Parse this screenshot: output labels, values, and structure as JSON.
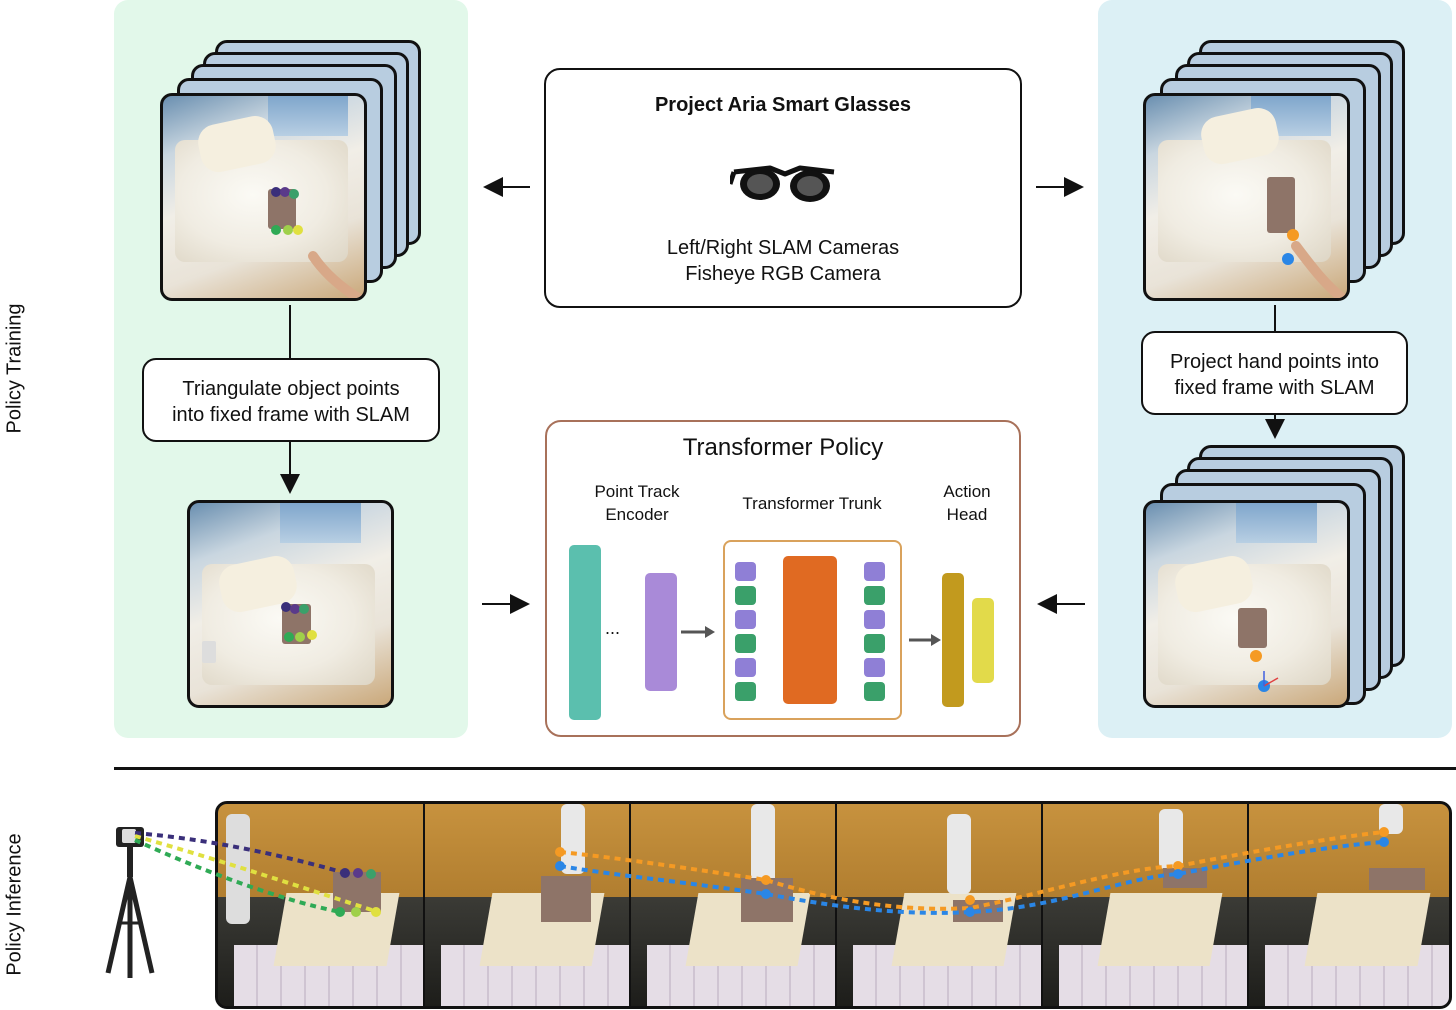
{
  "section_labels": {
    "training": "Policy Training",
    "inference": "Policy Inference"
  },
  "glasses_box": {
    "title": "Project Aria Smart Glasses",
    "line1": "Left/Right SLAM Cameras",
    "line2": "Fisheye RGB Camera"
  },
  "left_step": {
    "line1": "Triangulate object points",
    "line2": "into fixed frame with SLAM"
  },
  "right_step": {
    "line1": "Project hand points into",
    "line2": "fixed frame with SLAM"
  },
  "policy": {
    "title": "Transformer Policy",
    "encoder_line1": "Point Track",
    "encoder_line2": "Encoder",
    "trunk": "Transformer Trunk",
    "head_line1": "Action",
    "head_line2": "Head",
    "ellipsis": "..."
  },
  "colors": {
    "green_panel": "#e2f8ea",
    "blue_panel": "#dcf0f5",
    "encoder": "#5bbfae",
    "encoder_small": "#a98ad8",
    "trunk": "#e06a22",
    "head": "#c29a1e",
    "head_small": "#e2da4a",
    "policy_border": "#a8715a",
    "trunk_border": "#d9a25c",
    "token_purple": "#8f7fd6",
    "token_green": "#3aa06a",
    "track_orange": "#f59a23",
    "track_blue": "#2a86e6",
    "track_dark": "#3a2f7a",
    "track_yellow": "#e0e040",
    "track_green": "#2faa55"
  },
  "icons": [
    "glasses-icon",
    "tripod-camera-icon"
  ]
}
